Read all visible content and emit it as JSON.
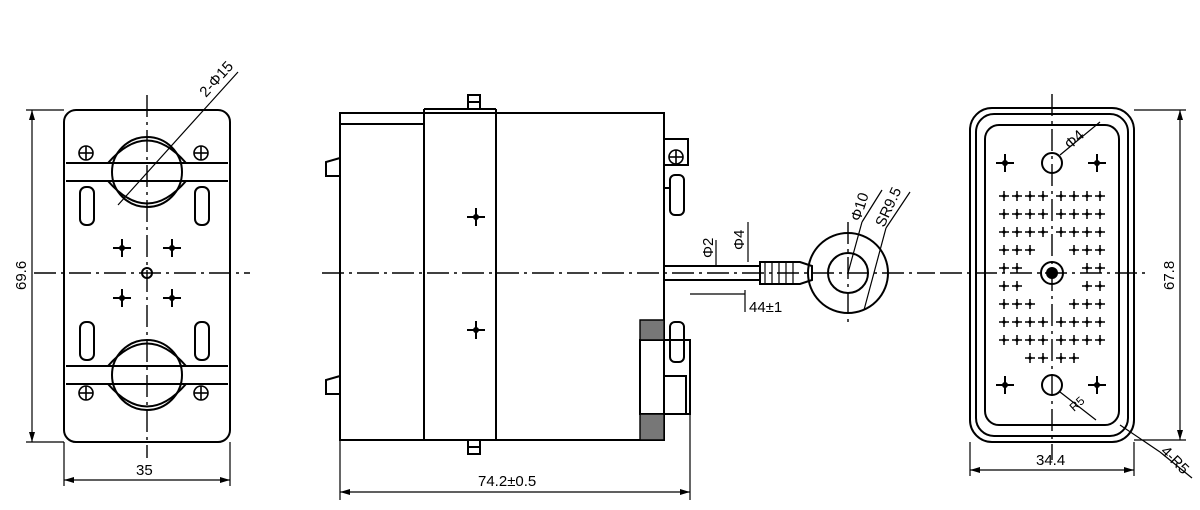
{
  "drawing": {
    "left_view": {
      "height_dim": "69.6",
      "width_dim": "35",
      "hole_note": "2-Φ15"
    },
    "side_view": {
      "length_dim": "74.2±0.5",
      "pin_dia": "Φ2",
      "sleeve_dia": "Φ4",
      "lead_length": "44±1",
      "ring_dia": "Φ10",
      "sphere_radius": "SR9.5"
    },
    "right_view": {
      "height_dim": "67.8",
      "width_dim": "34.4",
      "hole_dia": "Φ4",
      "corner_radius": "4-R5",
      "inner_radius": "R5"
    }
  }
}
